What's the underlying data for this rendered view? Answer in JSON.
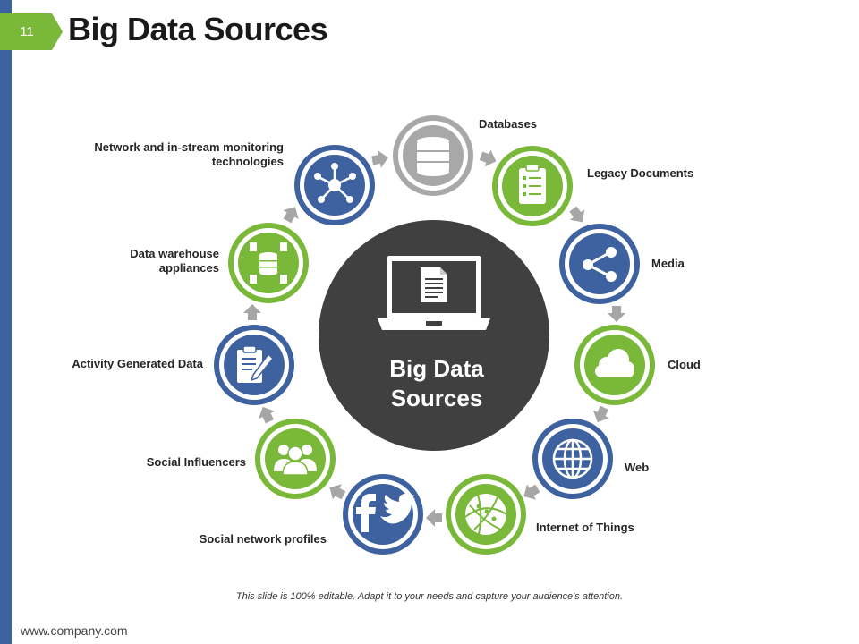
{
  "slide": {
    "number": "11",
    "title": "Big Data Sources"
  },
  "center": {
    "line1": "Big Data",
    "line2": "Sources"
  },
  "sources": [
    {
      "label": "Databases",
      "icon": "database-icon",
      "ring": "gray"
    },
    {
      "label": "Legacy Documents",
      "icon": "clipboard-icon",
      "ring": "green"
    },
    {
      "label": "Media",
      "icon": "share-icon",
      "ring": "blue"
    },
    {
      "label": "Cloud",
      "icon": "cloud-icon",
      "ring": "green"
    },
    {
      "label": "Web",
      "icon": "globe-icon",
      "ring": "blue"
    },
    {
      "label": "Internet of Things",
      "icon": "network-sphere-icon",
      "ring": "green"
    },
    {
      "label": "Social network profiles",
      "icon": "facebook-twitter-icon",
      "ring": "blue"
    },
    {
      "label": "Social Influencers",
      "icon": "people-group-icon",
      "ring": "green"
    },
    {
      "label": "Activity Generated Data",
      "icon": "clipboard-pen-icon",
      "ring": "blue"
    },
    {
      "label": "Data warehouse appliances",
      "label_line1": "Data warehouse",
      "label_line2": "appliances",
      "icon": "database-documents-icon",
      "ring": "green"
    },
    {
      "label": "Network and in-stream monitoring technologies",
      "label_line1": "Network and in-stream monitoring",
      "label_line2": "technologies",
      "icon": "network-hub-icon",
      "ring": "blue"
    }
  ],
  "colors": {
    "blue": "#3e61a0",
    "green": "#7ab83a",
    "gray": "#a8a8a8",
    "center": "#404040",
    "arrow": "#a6a6a6"
  },
  "footer": {
    "note": "This slide is 100% editable. Adapt it to your needs and capture your audience's attention.",
    "url": "www.company.com"
  }
}
